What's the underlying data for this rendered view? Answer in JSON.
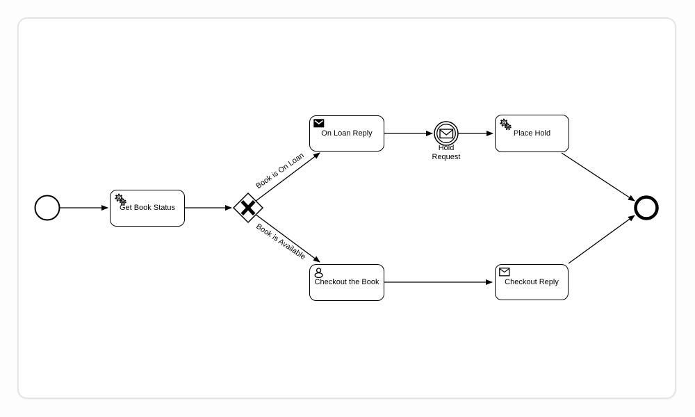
{
  "canvas": {
    "background": "#ffffff",
    "border_color": "#e4e4e4"
  },
  "diagram": {
    "type": "bpmn-process",
    "stroke_color": "#000000",
    "shape_fill": "#ffffff",
    "nodes": {
      "start": {
        "kind": "start-event"
      },
      "get_book_status": {
        "label": "Get Book Status",
        "task_type": "service",
        "icon": "gears-icon"
      },
      "gateway": {
        "kind": "exclusive-gateway",
        "marker": "X"
      },
      "on_loan_reply": {
        "label": "On Loan Reply",
        "task_type": "send",
        "icon": "message-filled-icon"
      },
      "hold_request": {
        "label_line1": "Hold",
        "label_line2": "Request",
        "kind": "intermediate-message-catch-event",
        "icon": "message-outline-icon"
      },
      "place_hold": {
        "label": "Place Hold",
        "task_type": "service",
        "icon": "gears-icon"
      },
      "checkout_the_book": {
        "label": "Checkout the Book",
        "task_type": "user",
        "icon": "user-icon"
      },
      "checkout_reply": {
        "label": "Checkout Reply",
        "task_type": "receive",
        "icon": "message-outline-icon"
      },
      "end": {
        "kind": "end-event"
      }
    },
    "edges": {
      "on_loan": {
        "label": "Book is On Loan"
      },
      "available": {
        "label": "Book is Available"
      }
    }
  }
}
